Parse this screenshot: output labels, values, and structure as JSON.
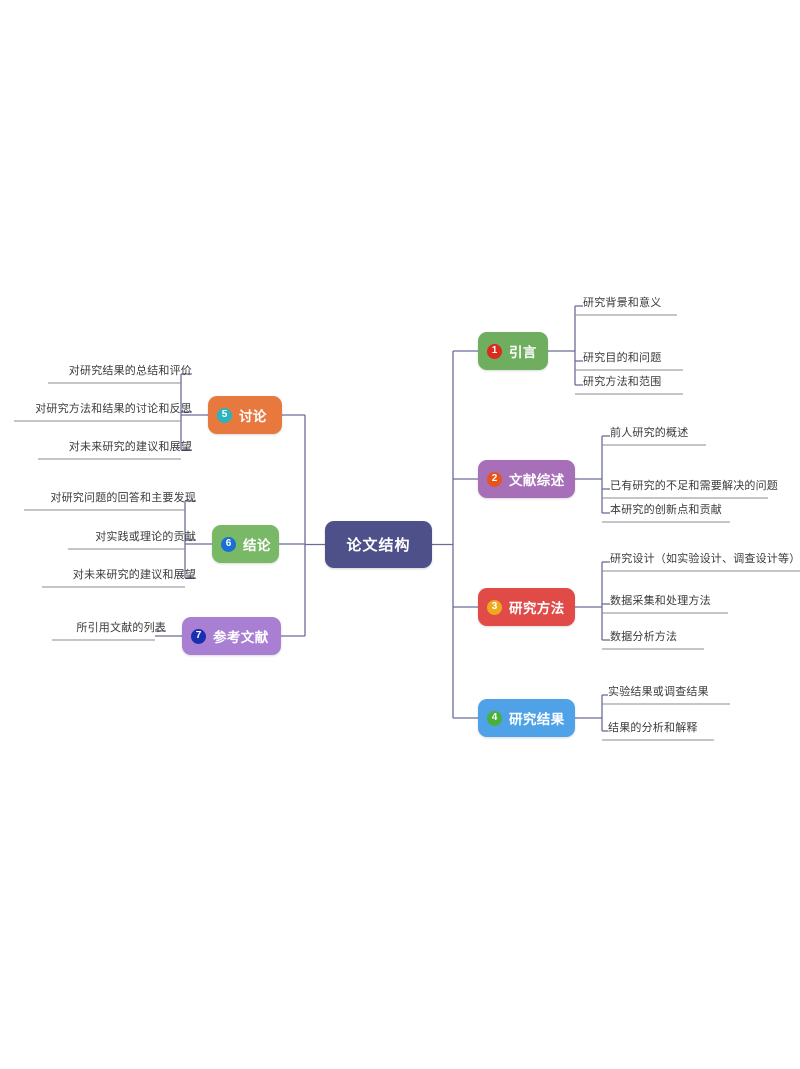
{
  "diagram": {
    "type": "mind-map",
    "root": {
      "label": "论文结构",
      "color": "#4E5189"
    },
    "connector_color": "#6B6C96",
    "leaf_underline_color": "#8a8a95",
    "branches": [
      {
        "number": "1",
        "label": "引言",
        "color": "#6FAE5E",
        "badge_color": "#D92B20",
        "side": "right",
        "children": [
          "研究背景和意义",
          "研究目的和问题",
          "研究方法和范围"
        ]
      },
      {
        "number": "2",
        "label": "文献综述",
        "color": "#A76FB8",
        "badge_color": "#E8531B",
        "side": "right",
        "children": [
          "前人研究的概述",
          "已有研究的不足和需要解决的问题",
          "本研究的创新点和贡献"
        ]
      },
      {
        "number": "3",
        "label": "研究方法",
        "color": "#E04B48",
        "badge_color": "#F0A81E",
        "side": "right",
        "children": [
          "研究设计（如实验设计、调查设计等）",
          "数据采集和处理方法",
          "数据分析方法"
        ]
      },
      {
        "number": "4",
        "label": "研究结果",
        "color": "#4FA2E8",
        "badge_color": "#49B03C",
        "side": "right",
        "children": [
          "实验结果或调查结果",
          "结果的分析和解释"
        ]
      },
      {
        "number": "5",
        "label": "讨论",
        "color": "#E8793E",
        "badge_color": "#2BB3C0",
        "side": "left",
        "children": [
          "对研究结果的总结和评价",
          "对研究方法和结果的讨论和反思",
          "对未来研究的建议和展望"
        ]
      },
      {
        "number": "6",
        "label": "结论",
        "color": "#79B866",
        "badge_color": "#1A6FD4",
        "side": "left",
        "children": [
          "对研究问题的回答和主要发现",
          "对实践或理论的贡献",
          "对未来研究的建议和展望"
        ]
      },
      {
        "number": "7",
        "label": "参考文献",
        "color": "#A97FD4",
        "badge_color": "#1A2FB0",
        "side": "left",
        "children": [
          "所引用文献的列表"
        ]
      }
    ]
  }
}
